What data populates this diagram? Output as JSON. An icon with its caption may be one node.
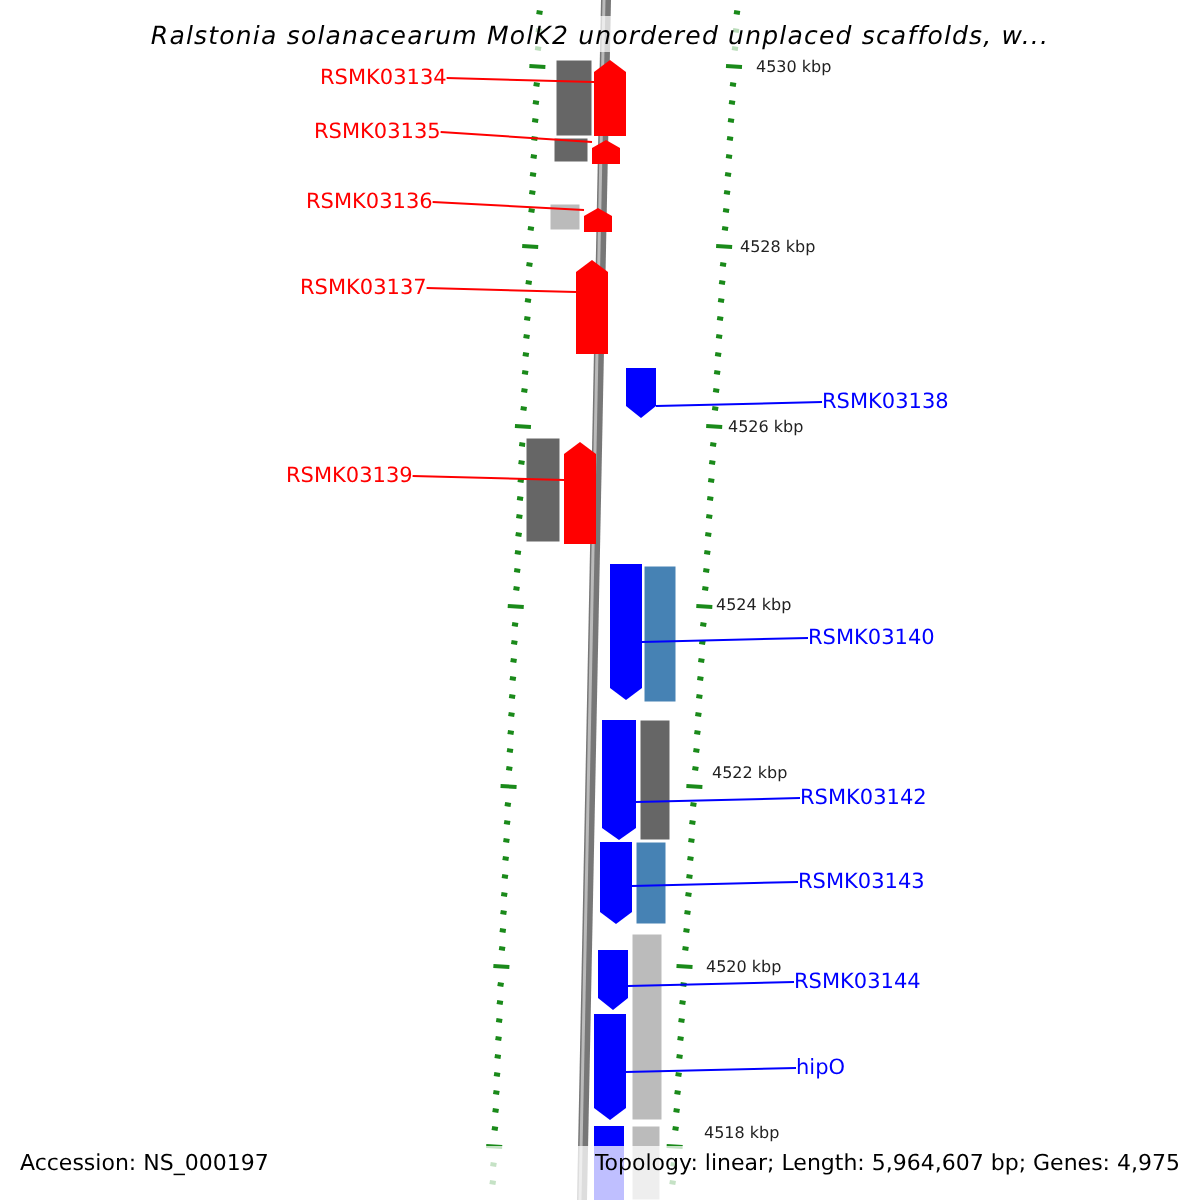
{
  "diagram": {
    "title": "Ralstonia solanacearum MolK2 unordered unplaced scaffolds, w...",
    "nodes": [
      {
        "text": [
          "RSMK03134"
        ]
      },
      {
        "text": [],
        "shape": "bar"
      },
      {
        "text": [
          "RSMK03135"
        ]
      },
      {
        "text": [],
        "shape": "bar"
      },
      {
        "text": [
          "RSMK03136"
        ]
      },
      {
        "text": [],
        "shape": "bar"
      },
      {
        "text": [
          "RSMK03137"
        ]
      },
      {
        "text": [],
        "shape": "bar"
      },
      {
        "text": [
          "RSMK03138"
        ]
      },
      {
        "text": [],
        "shape": "bar"
      },
      {
        "text": [
          "RSMK03139"
        ]
      },
      {
        "text": [],
        "shape": "bar"
      },
      {
        "text": [
          "RSMK03140"
        ]
      },
      {
        "text": [],
        "shape": "bar"
      },
      {
        "text": [
          "RSMK03142"
        ]
      },
      {
        "text": [],
        "shape": "bar"
      },
      {
        "text": [
          "RSMK03143"
        ]
      },
      {
        "text": [],
        "shape": "bar"
      },
      {
        "text": [
          "RSMK03144"
        ]
      },
      {
        "text": [],
        "shape": "bar"
      },
      {
        "text": [
          "hipO"
        ]
      },
      {
        "text": [],
        "shape": "bar"
      }
    ],
    "edges": [
      {
        "from": 0,
        "to": 1,
        "arrow": "none",
        "color": "#ff0000"
      },
      {
        "from": 2,
        "to": 3,
        "arrow": "none",
        "color": "#ff0000"
      },
      {
        "from": 4,
        "to": 5,
        "arrow": "none",
        "color": "#ff0000"
      },
      {
        "from": 6,
        "to": 7,
        "arrow": "none",
        "color": "#ff0000"
      },
      {
        "from": 8,
        "to": 9,
        "arrow": "none"
      },
      {
        "from": 10,
        "to": 11,
        "arrow": "none",
        "color": "#ff0000"
      },
      {
        "from": 12,
        "to": 13,
        "arrow": "none"
      },
      {
        "from": 14,
        "to": 15,
        "arrow": "none"
      },
      {
        "from": 16,
        "to": 17,
        "arrow": "none"
      },
      {
        "from": 18,
        "to": 19,
        "arrow": "none"
      },
      {
        "from": 20,
        "to": 21,
        "arrow": "none"
      }
    ],
    "labels": [
      "4530 kbp",
      "4528 kbp",
      "4526 kbp",
      "4524 kbp",
      "4522 kbp",
      "4520 kbp",
      "4518 kbp",
      "Accession: NS_000197",
      "Topology: linear; Length: 5,964,607 bp; Genes: 4,975"
    ]
  }
}
